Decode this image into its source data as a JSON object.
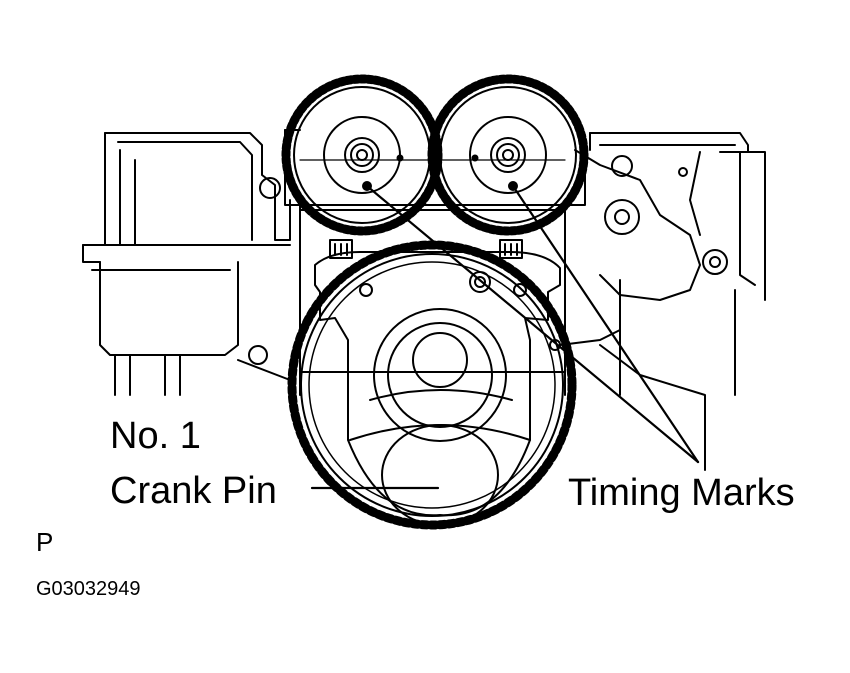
{
  "labels": {
    "no1": "No. 1",
    "crank_pin": "Crank Pin",
    "timing_marks": "Timing Marks",
    "view": "P",
    "figure_id": "G03032949"
  },
  "colors": {
    "line": "#000000",
    "background": "#ffffff"
  }
}
